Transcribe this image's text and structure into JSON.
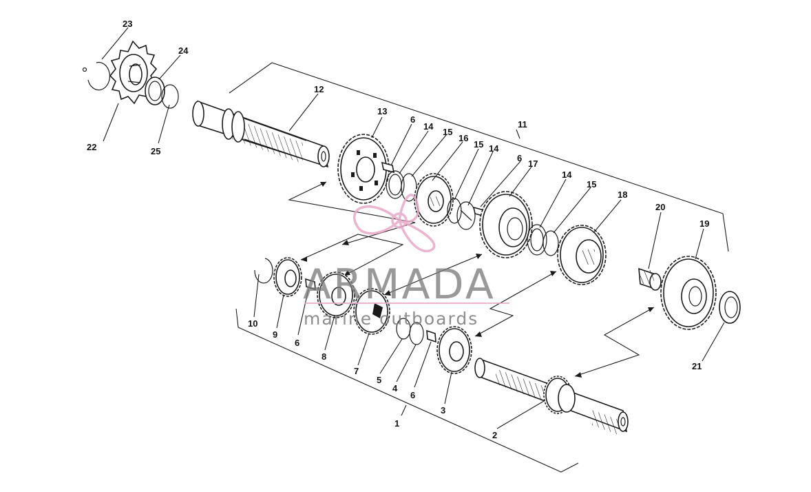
{
  "watermark": {
    "brand": "ARMADA",
    "tagline": "marine outboards",
    "accent_color": "#e8a7c7"
  },
  "callouts": {
    "c1": "1",
    "c2": "2",
    "c3": "3",
    "c4": "4",
    "c5": "5",
    "c6a": "6",
    "c6b": "6",
    "c6c": "6",
    "c6d": "6",
    "c7": "7",
    "c8": "8",
    "c9": "9",
    "c10": "10",
    "c11": "11",
    "c12": "12",
    "c13": "13",
    "c14a": "14",
    "c14b": "14",
    "c14c": "14",
    "c15a": "15",
    "c15b": "15",
    "c15c": "15",
    "c16": "16",
    "c17": "17",
    "c18": "18",
    "c19": "19",
    "c20": "20",
    "c21": "21",
    "c22": "22",
    "c23": "23",
    "c24": "24",
    "c25": "25"
  }
}
